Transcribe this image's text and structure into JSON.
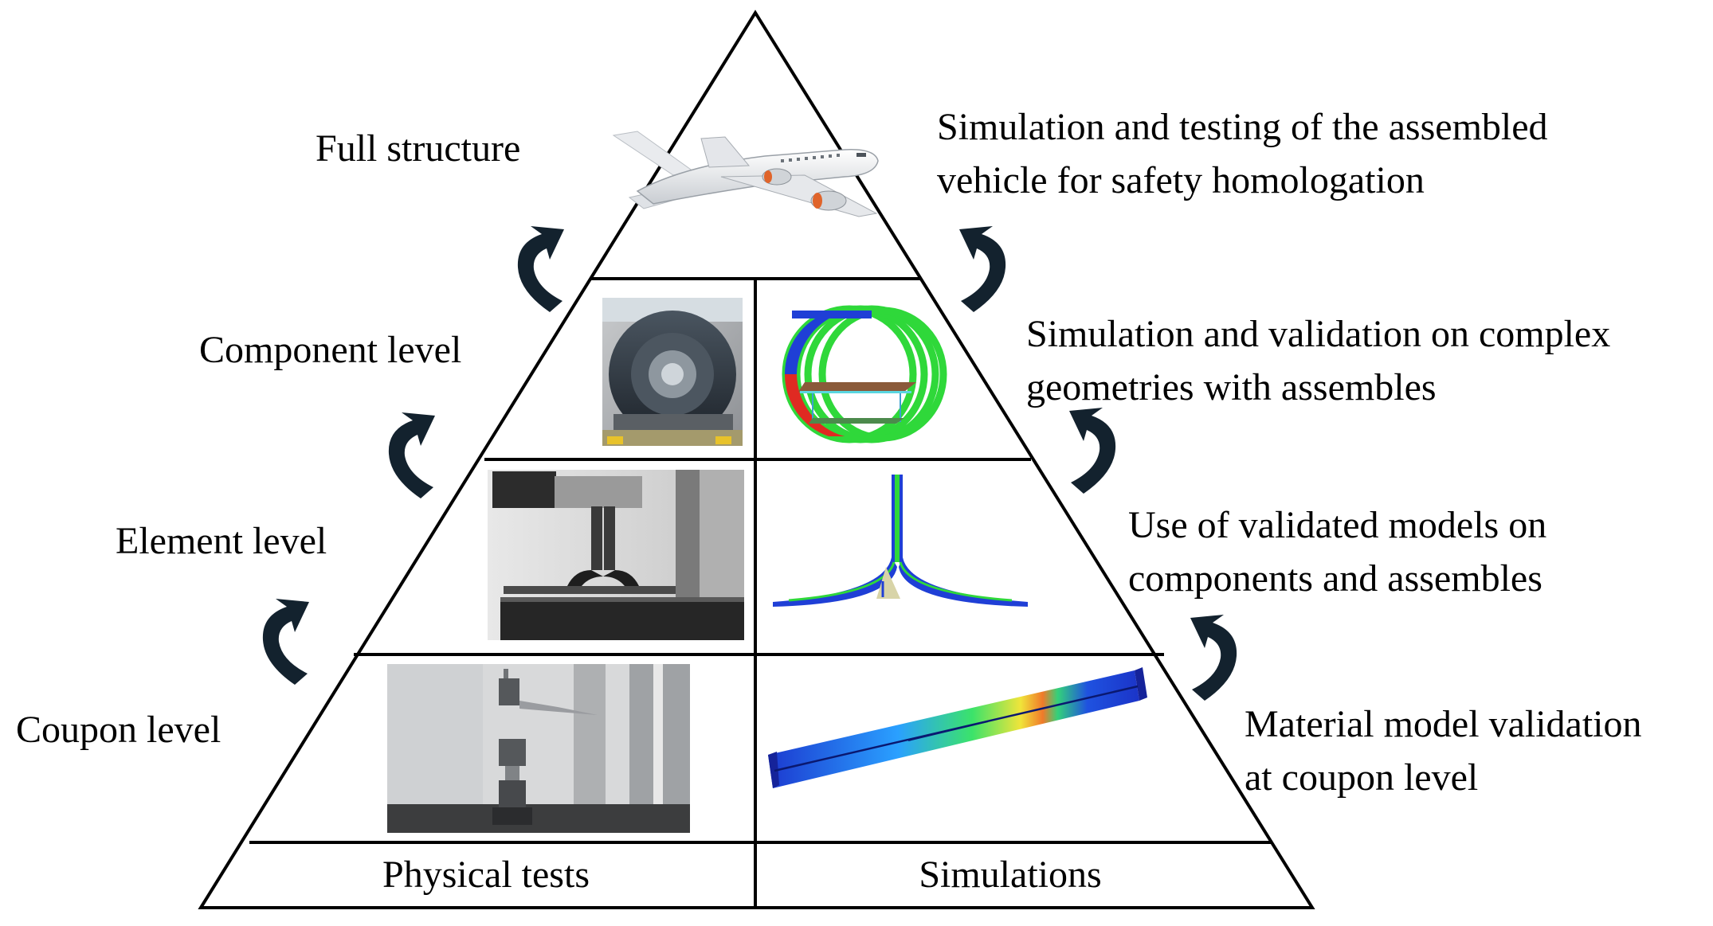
{
  "levels": [
    {
      "name": "Full structure",
      "description": [
        "Simulation and testing of the assembled",
        "vehicle for safety homologation"
      ]
    },
    {
      "name": "Component level",
      "description": [
        "Simulation and validation on complex",
        "geometries with assembles"
      ]
    },
    {
      "name": "Element level",
      "description": [
        "Use of validated models on",
        "components and assembles"
      ]
    },
    {
      "name": "Coupon level",
      "description": [
        "Material model validation",
        "at coupon level"
      ]
    }
  ],
  "columns": {
    "left": "Physical tests",
    "right": "Simulations"
  },
  "icons": {
    "aircraft": "airplane-icon",
    "arrows": "curved-arrow-icon"
  },
  "colors": {
    "outline": "#000000",
    "arrow": "#13222e",
    "fe_blue": "#1f3fd6",
    "fe_green": "#2fd83a",
    "fe_red": "#e02a22"
  }
}
